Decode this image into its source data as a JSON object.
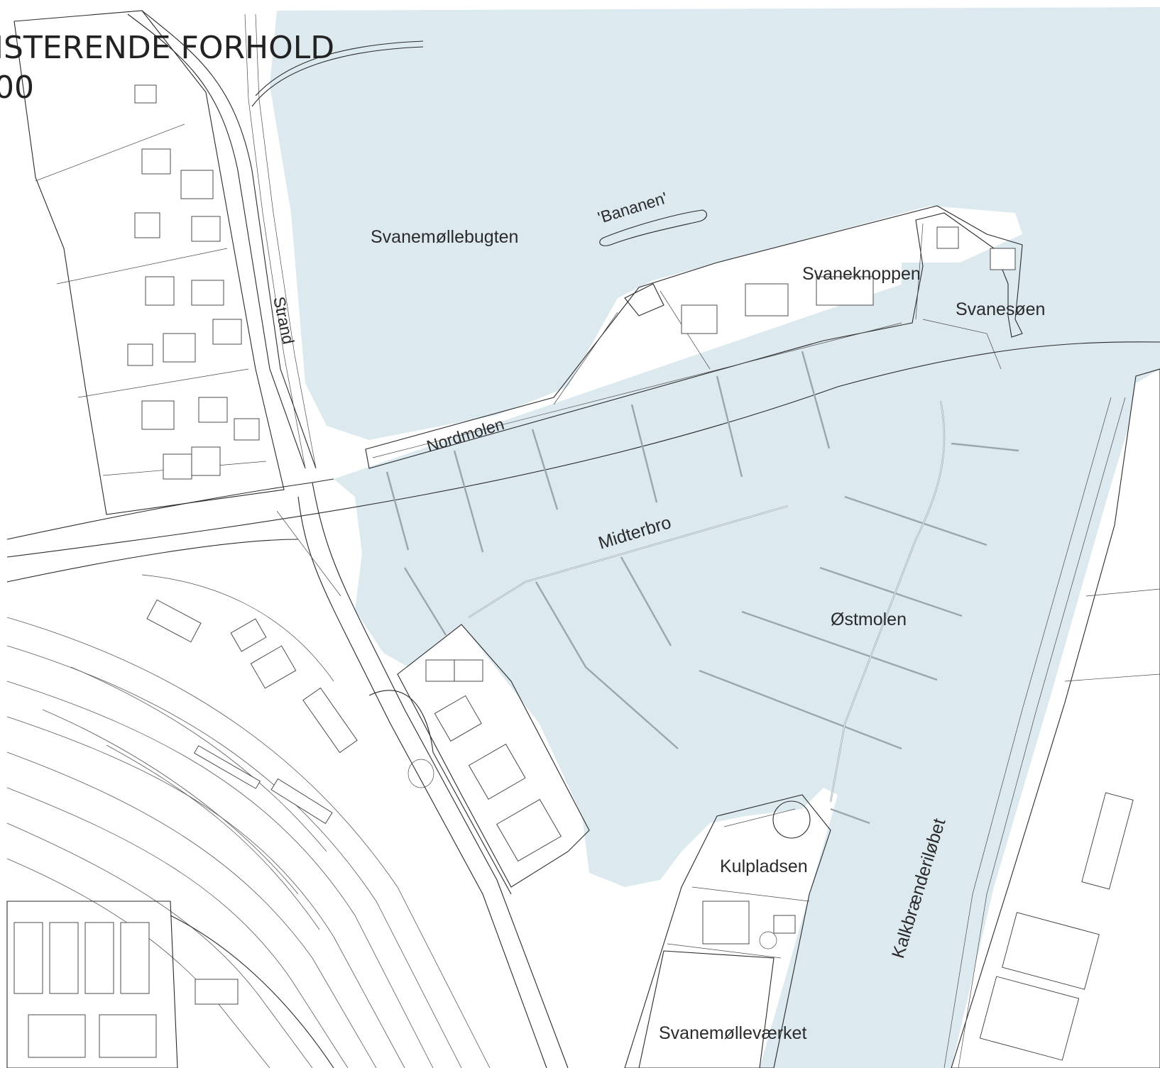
{
  "map": {
    "title_line1": "ISTERENDE FORHOLD",
    "title_line2": "00",
    "colors": {
      "water": "#dce9ef",
      "land": "#ffffff",
      "lines": "#2a2a2a",
      "piers": "#9aa7ae"
    },
    "labels": {
      "svanemollebugten": "Svanemøllebugten",
      "bananen": "'Bananen'",
      "strand": "Strand",
      "svaneknoppen": "Svaneknoppen",
      "svanesoen": "Svanesøen",
      "nordmolen": "Nordmolen",
      "midterbro": "Midterbro",
      "ostmolen": "Østmolen",
      "kulpladsen": "Kulpladsen",
      "kalkbraenderilobet": "Kalkbrænderiløbet",
      "svanemollevaerket": "Svanemølleværket"
    }
  }
}
